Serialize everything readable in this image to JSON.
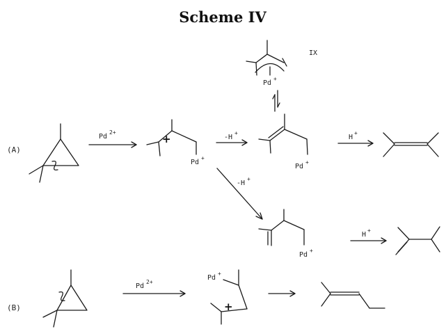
{
  "title": "Scheme IV",
  "labels": {
    "row_a": "(A)",
    "row_b": "(B)",
    "complex_ix": "IX"
  },
  "reagents": {
    "pd_ion": "Pd",
    "pd_ion_charge": "2+",
    "pd_cation": "Pd",
    "pd_cation_charge": "+",
    "minus_h": "-H",
    "minus_h_charge": "+",
    "plus_h": "H",
    "plus_h_charge": "+",
    "carbocation": "+"
  }
}
